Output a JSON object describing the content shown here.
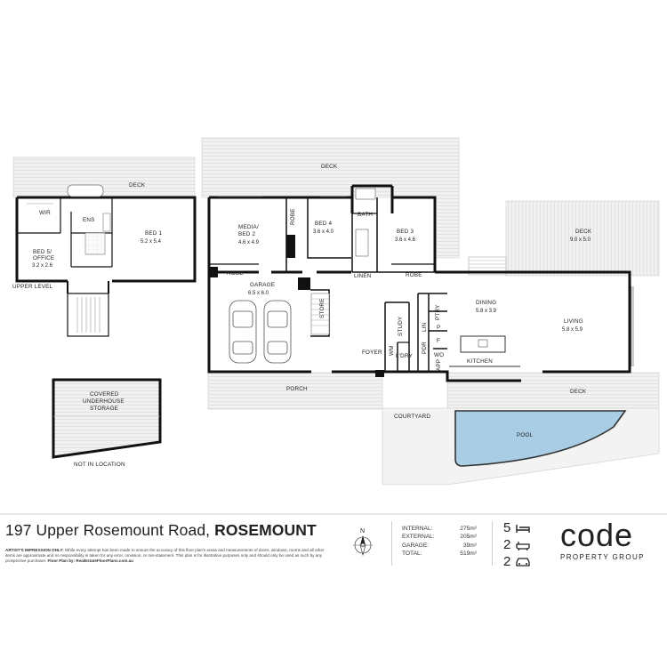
{
  "rooms": {
    "deck_upper": "DECK",
    "wir": "WIR",
    "ens": "ENS",
    "bed1": "BED 1",
    "bed1_dim": "5.2 x 5.4",
    "bed5": "BED 5/",
    "bed5_line2": "OFFICE",
    "bed5_dim": "3.2 x 2.6",
    "upper_level": "UPPER LEVEL",
    "deck_top": "DECK",
    "media": "MEDIA/",
    "media_line2": "BED 2",
    "media_dim": "4.6 x 4.9",
    "robe_v": "ROBE",
    "bed4": "BED 4",
    "bed4_dim": "3.6 x 4.0",
    "bath": "BATH",
    "bed3": "BED 3",
    "bed3_dim": "3.6 x 4.6",
    "deck_right": "DECK",
    "deck_right_dim": "9.0 x 5.0",
    "robe1": "ROBE",
    "linen": "LINEN",
    "robe2": "ROBE",
    "garage": "GARAGE",
    "garage_dim": "6.5 x 6.0",
    "store": "STORE",
    "study": "STUDY",
    "lin": "LIN",
    "ptry": "PTRY",
    "p": "P",
    "f": "F",
    "wm": "WM",
    "ldry": "L'DRY",
    "pdr": "PDR",
    "wo": "WO",
    "app": "APP",
    "dining": "DINING",
    "dining_dim": "5.8 x 3.9",
    "living": "LIVING",
    "living_dim": "5.8 x 5.9",
    "kitchen": "KITCHEN",
    "foyer": "FOYER",
    "porch": "PORCH",
    "deck_bottom": "DECK",
    "courtyard": "COURTYARD",
    "pool": "POOL",
    "storage_1": "COVERED",
    "storage_2": "UNDERHOUSE",
    "storage_3": "STORAGE",
    "not_in_location": "NOT IN LOCATION"
  },
  "footer": {
    "address_street": "197 Upper Rosemount Road,",
    "address_suburb": "ROSEMOUNT",
    "disclaimer_lead": "ARTIST'S IMPRESSION ONLY:",
    "disclaimer_body": "While every attempt has been made to ensure the accuracy of this floor plan's areas and measurements of doors, windows, rooms and all other items are approximate and no responsibility is taken for any error, omission, or mis-statement. This plan is for illustrative purposes only and should only be used as such by any prospective purchaser.",
    "disclaimer_credit": "Floor Plan by: RealEstateFloorPlans.com.au",
    "compass_label": "N",
    "areas": [
      {
        "label": "INTERNAL:",
        "value": "275m²"
      },
      {
        "label": "EXTERNAL:",
        "value": "205m²"
      },
      {
        "label": "GARAGE:",
        "value": "39m²"
      },
      {
        "label": "TOTAL:",
        "value": "519m²"
      }
    ],
    "counts": [
      {
        "value": "5",
        "icon": "bed-icon"
      },
      {
        "value": "2",
        "icon": "bath-icon"
      },
      {
        "value": "2",
        "icon": "car-icon"
      }
    ],
    "logo_word": "code",
    "logo_sub": "PROPERTY GROUP"
  }
}
